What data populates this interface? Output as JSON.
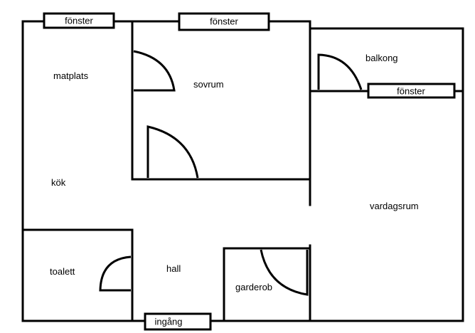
{
  "rooms": {
    "matplats": "matplats",
    "sovrum": "sovrum",
    "balkong": "balkong",
    "kok": "kök",
    "vardagsrum": "vardagsrum",
    "toalett": "toalett",
    "hall": "hall",
    "garderob": "garderob"
  },
  "openings": {
    "window_top_left": "fönster",
    "window_top_middle": "fönster",
    "window_balcony": "fönster",
    "entrance": "ingång"
  },
  "colors": {
    "line": "#000000",
    "background": "#ffffff"
  }
}
